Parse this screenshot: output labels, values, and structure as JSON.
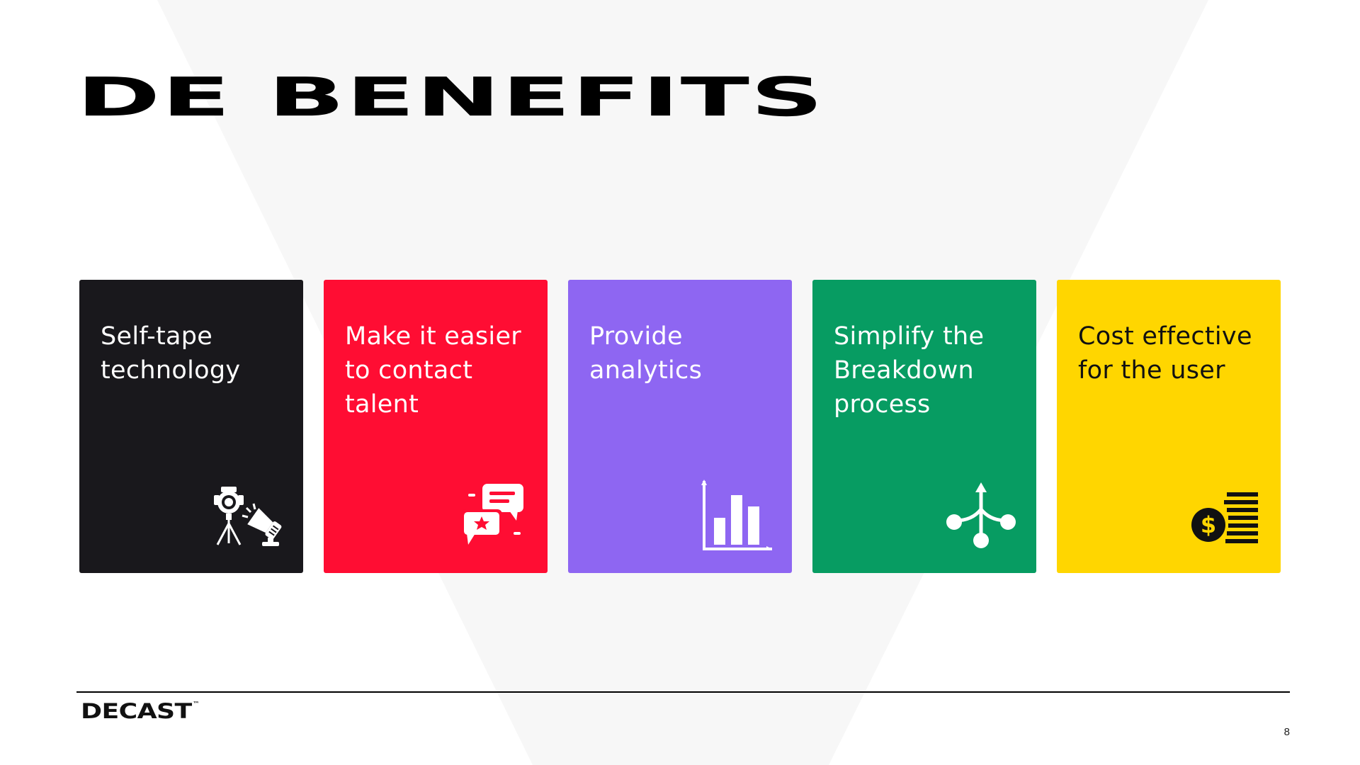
{
  "slide": {
    "title": "DE BENEFITS",
    "page_number": "8"
  },
  "cards": [
    {
      "label": "Self-tape technology",
      "lines": [
        "Self-tape",
        "technology"
      ],
      "color": "#19181c",
      "text_color": "#ffffff",
      "icon": "camera-and-spotlight-icon"
    },
    {
      "label": "Make it easier to contact talent",
      "lines": [
        "Make it easier",
        "to contact",
        "talent"
      ],
      "color": "#ff0d33",
      "text_color": "#ffffff",
      "icon": "chat-bubbles-icon"
    },
    {
      "label": "Provide analytics",
      "lines": [
        "Provide",
        "analytics"
      ],
      "color": "#8e66f2",
      "text_color": "#ffffff",
      "icon": "bar-chart-icon"
    },
    {
      "label": "Simplify the Breakdown process",
      "lines": [
        "Simplify the",
        "Breakdown",
        "process"
      ],
      "color": "#079c62",
      "text_color": "#ffffff",
      "icon": "process-flow-icon"
    },
    {
      "label": "Cost effective for the user",
      "lines": [
        "Cost effective",
        "for the user"
      ],
      "color": "#ffd600",
      "text_color": "#111111",
      "icon": "dollar-coins-icon"
    }
  ],
  "footer": {
    "logo_text": "DECAST",
    "logo_tm": "™"
  },
  "colors": {
    "background": "#ffffff",
    "background_shape": "#f7f7f7",
    "title": "#000000",
    "divider": "#000000"
  }
}
